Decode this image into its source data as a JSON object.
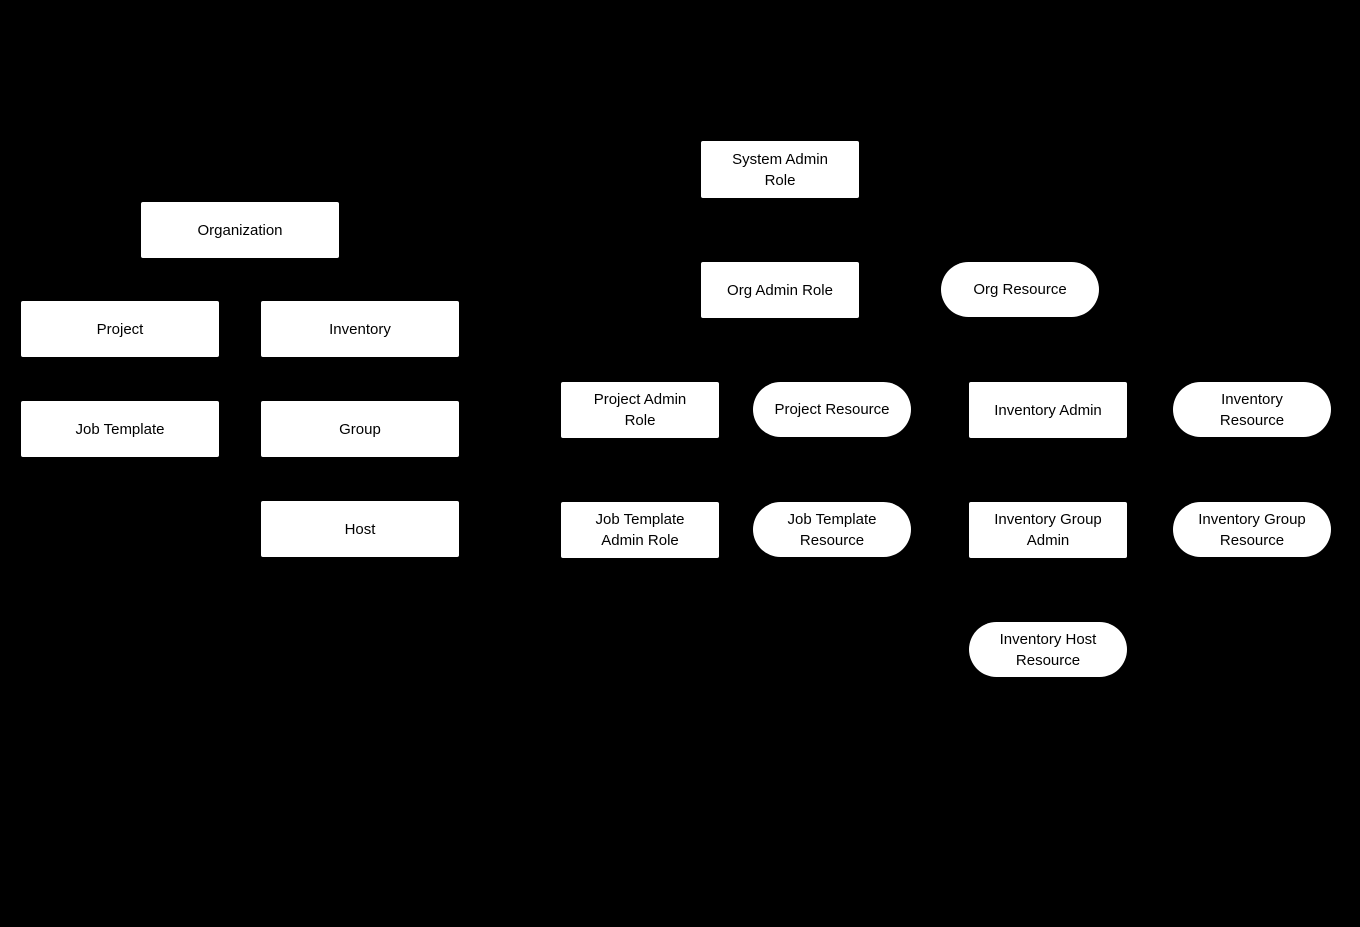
{
  "diagram": {
    "background_color": "#000000",
    "node_fill_color": "#ffffff",
    "node_text_color": "#000000",
    "nodes": [
      {
        "id": "organization",
        "label": "Organization",
        "shape": "rectangle"
      },
      {
        "id": "project",
        "label": "Project",
        "shape": "rectangle"
      },
      {
        "id": "inventory",
        "label": "Inventory",
        "shape": "rectangle"
      },
      {
        "id": "job-template",
        "label": "Job Template",
        "shape": "rectangle"
      },
      {
        "id": "group",
        "label": "Group",
        "shape": "rectangle"
      },
      {
        "id": "host",
        "label": "Host",
        "shape": "rectangle"
      },
      {
        "id": "system-admin-role",
        "label": "System Admin\nRole",
        "shape": "rectangle"
      },
      {
        "id": "org-admin-role",
        "label": "Org Admin Role",
        "shape": "rectangle"
      },
      {
        "id": "org-resource",
        "label": "Org Resource",
        "shape": "pill"
      },
      {
        "id": "project-admin-role",
        "label": "Project Admin\nRole",
        "shape": "rectangle"
      },
      {
        "id": "project-resource",
        "label": "Project Resource",
        "shape": "pill"
      },
      {
        "id": "inventory-admin",
        "label": "Inventory Admin",
        "shape": "rectangle"
      },
      {
        "id": "inventory-resource",
        "label": "Inventory\nResource",
        "shape": "pill"
      },
      {
        "id": "job-template-admin-role",
        "label": "Job Template\nAdmin Role",
        "shape": "rectangle"
      },
      {
        "id": "job-template-resource",
        "label": "Job Template\nResource",
        "shape": "pill"
      },
      {
        "id": "inventory-group-admin",
        "label": "Inventory Group\nAdmin",
        "shape": "rectangle"
      },
      {
        "id": "inventory-group-resource",
        "label": "Inventory Group\nResource",
        "shape": "pill"
      },
      {
        "id": "inventory-host-resource",
        "label": "Inventory Host\nResource",
        "shape": "pill"
      }
    ]
  }
}
